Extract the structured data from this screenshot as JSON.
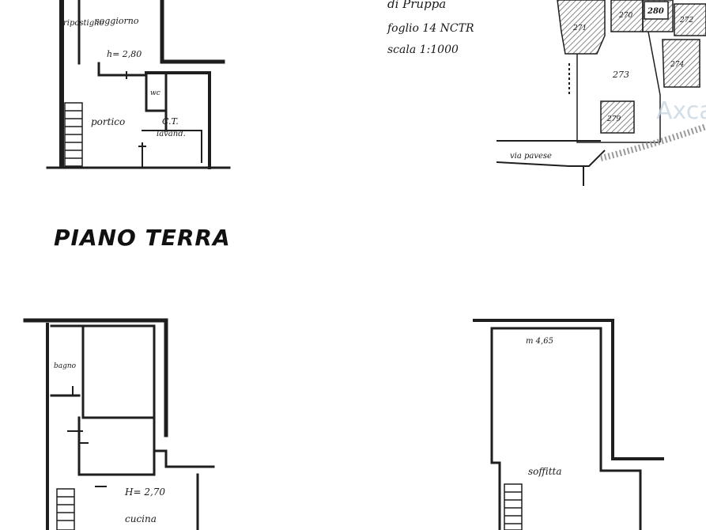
{
  "top_left_plan": {
    "room_1": "ripostiglio",
    "room_2": "soggiorno",
    "height": "h= 2,80",
    "room_3": "portico",
    "room_4": "wc",
    "room_5": "C.T.",
    "room_5_sub": "lavand."
  },
  "cadastral_map": {
    "title": "di Pruppa",
    "sheet": "foglio 14 NCTR",
    "scale": "scala 1:1000",
    "parcels": [
      "271",
      "270",
      "280",
      "273",
      "274",
      "279",
      "272"
    ],
    "road": "via pavese",
    "watermark": "Axcasa"
  },
  "floor_title": "PIANO TERRA",
  "bottom_left_plan": {
    "room_1": "bagno",
    "height": "H= 2,70",
    "room_2": "cucina"
  },
  "bottom_right_plan": {
    "height": "m 4,65",
    "room_1": "soffitta"
  }
}
